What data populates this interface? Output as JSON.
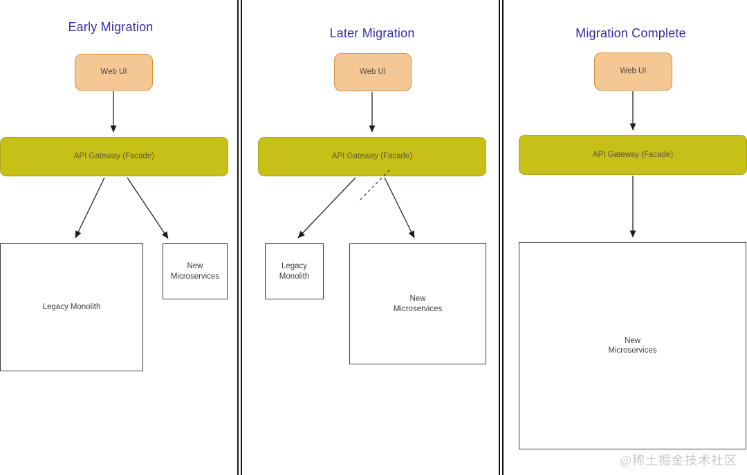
{
  "panels": [
    {
      "title": "Early Migration",
      "web_ui_label": "Web UI",
      "gateway_label": "API Gateway (Facade)",
      "legacy_label": "Legacy Monolith",
      "micro_label": "New\nMicroservices"
    },
    {
      "title": "Later Migration",
      "web_ui_label": "Web UI",
      "gateway_label": "API Gateway (Facade)",
      "legacy_label": "Legacy Monolith",
      "micro_label": "New\nMicroservices"
    },
    {
      "title": "Migration Complete",
      "web_ui_label": "Web UI",
      "gateway_label": "API Gateway (Facade)",
      "micro_label": "New\nMicroservices"
    }
  ],
  "watermark": "@稀土掘金技术社区",
  "colors": {
    "title_blue": "#322fa9",
    "webui_fill": "#f4c795",
    "webui_border": "#d2913c",
    "gateway_fill": "#c6c017",
    "gateway_border": "#ada11c",
    "box_border": "#3a3a3a",
    "arrow": "#222222"
  }
}
